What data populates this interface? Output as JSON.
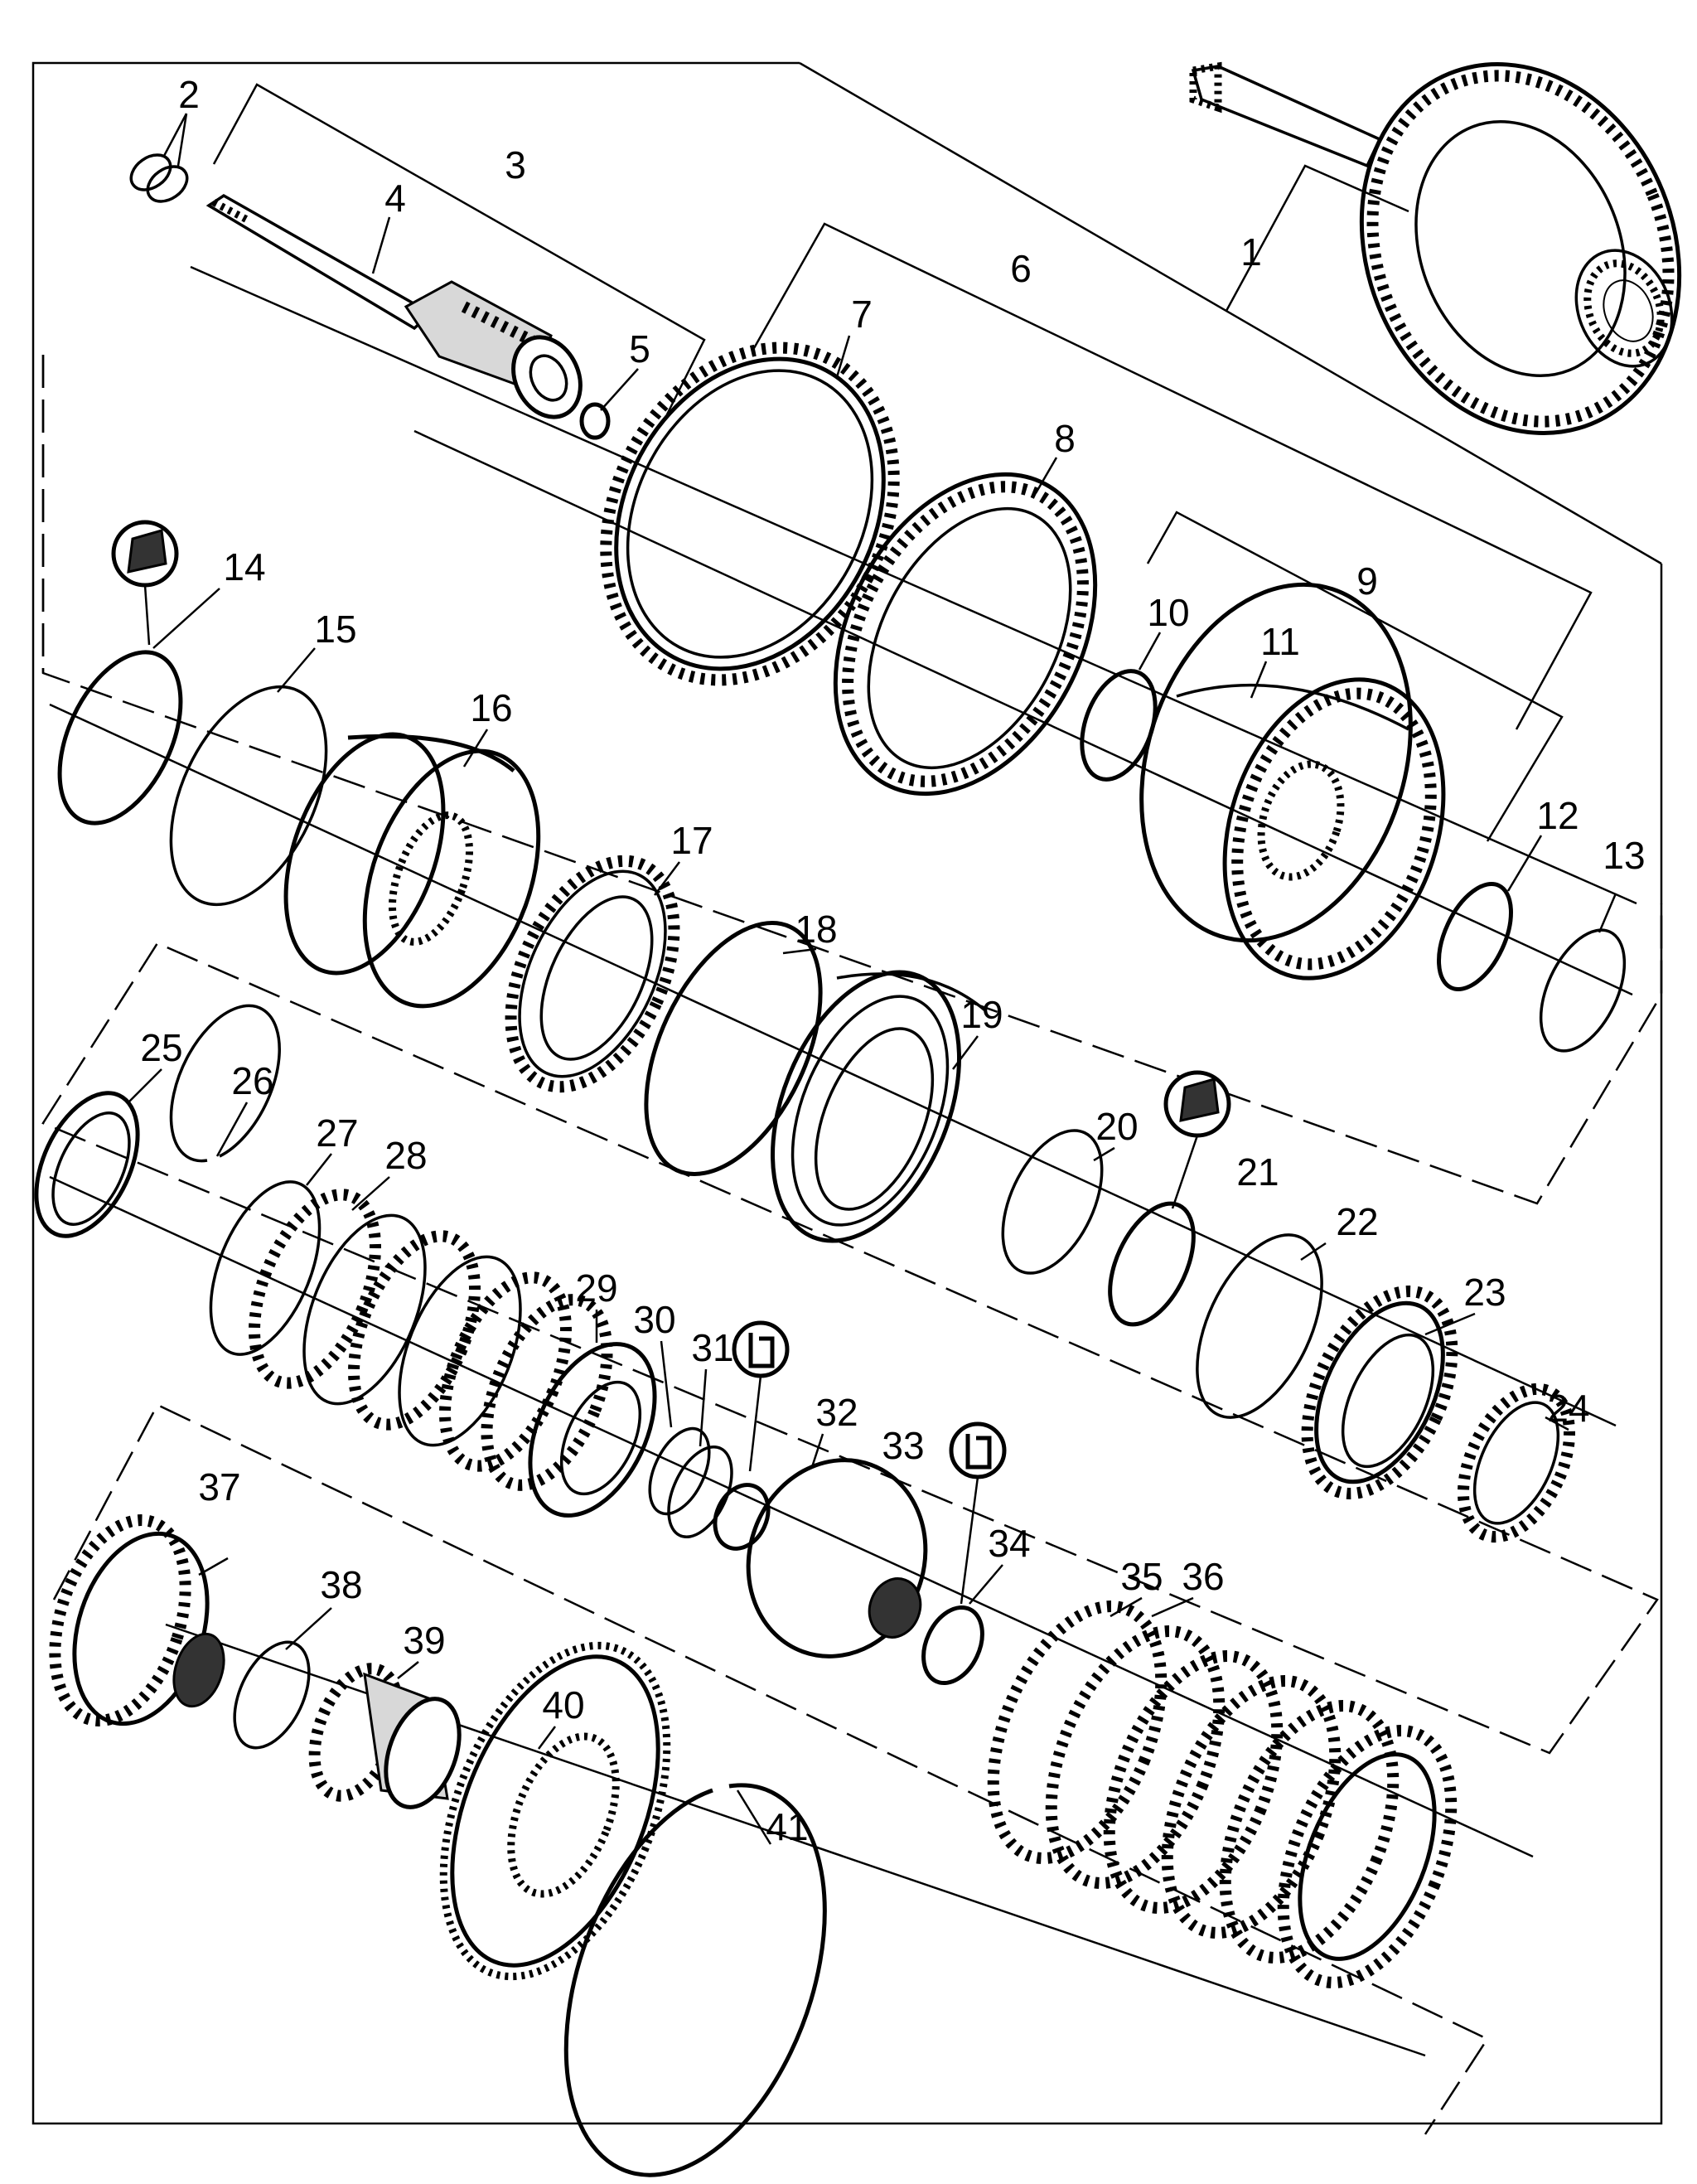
{
  "callouts": [
    {
      "id": "c1",
      "text": "1"
    },
    {
      "id": "c2",
      "text": "2"
    },
    {
      "id": "c3",
      "text": "3"
    },
    {
      "id": "c4",
      "text": "4"
    },
    {
      "id": "c5",
      "text": "5"
    },
    {
      "id": "c6",
      "text": "6"
    },
    {
      "id": "c7",
      "text": "7"
    },
    {
      "id": "c8",
      "text": "8"
    },
    {
      "id": "c9",
      "text": "9"
    },
    {
      "id": "c10",
      "text": "10"
    },
    {
      "id": "c11",
      "text": "11"
    },
    {
      "id": "c12",
      "text": "12"
    },
    {
      "id": "c13",
      "text": "13"
    },
    {
      "id": "c14",
      "text": "14"
    },
    {
      "id": "c15",
      "text": "15"
    },
    {
      "id": "c16",
      "text": "16"
    },
    {
      "id": "c17",
      "text": "17"
    },
    {
      "id": "c18",
      "text": "18"
    },
    {
      "id": "c19",
      "text": "19"
    },
    {
      "id": "c20",
      "text": "20"
    },
    {
      "id": "c21",
      "text": "21"
    },
    {
      "id": "c22",
      "text": "22"
    },
    {
      "id": "c23",
      "text": "23"
    },
    {
      "id": "c24",
      "text": "24"
    },
    {
      "id": "c25",
      "text": "25"
    },
    {
      "id": "c26",
      "text": "26"
    },
    {
      "id": "c27",
      "text": "27"
    },
    {
      "id": "c28",
      "text": "28"
    },
    {
      "id": "c29",
      "text": "29"
    },
    {
      "id": "c30",
      "text": "30"
    },
    {
      "id": "c31",
      "text": "31"
    },
    {
      "id": "c32",
      "text": "32"
    },
    {
      "id": "c33",
      "text": "33"
    },
    {
      "id": "c34",
      "text": "34"
    },
    {
      "id": "c35",
      "text": "35"
    },
    {
      "id": "c36",
      "text": "36"
    },
    {
      "id": "c37",
      "text": "37"
    },
    {
      "id": "c38",
      "text": "38"
    },
    {
      "id": "c39",
      "text": "39"
    },
    {
      "id": "c40",
      "text": "40"
    },
    {
      "id": "c41",
      "text": "41"
    }
  ],
  "symbols": {
    "lubricate_icon": "lubricate-symbol-icon",
    "seal_icon": "seal-symbol-icon"
  },
  "colors": {
    "line": "#000000",
    "background": "#ffffff"
  }
}
